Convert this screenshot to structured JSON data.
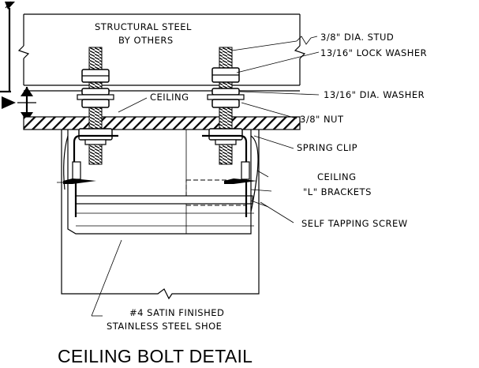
{
  "title": "CEILING BOLT DETAIL",
  "labels": {
    "structural_steel_line1": "STRUCTURAL STEEL",
    "structural_steel_line2": "BY OTHERS",
    "stud": "3/8\" DIA. STUD",
    "lock_washer": "13/16\" LOCK WASHER",
    "ceiling": "CEILING",
    "washer": "13/16\" DIA. WASHER",
    "nut": "3/8\" NUT",
    "spring_clip": "SPRING CLIP",
    "brackets_line1": "CEILING",
    "brackets_line2": "\"L\" BRACKETS",
    "screw": "SELF TAPPING SCREW",
    "shoe_line1": "#4 SATIN FINISHED",
    "shoe_line2": "STAINLESS STEEL SHOE"
  }
}
